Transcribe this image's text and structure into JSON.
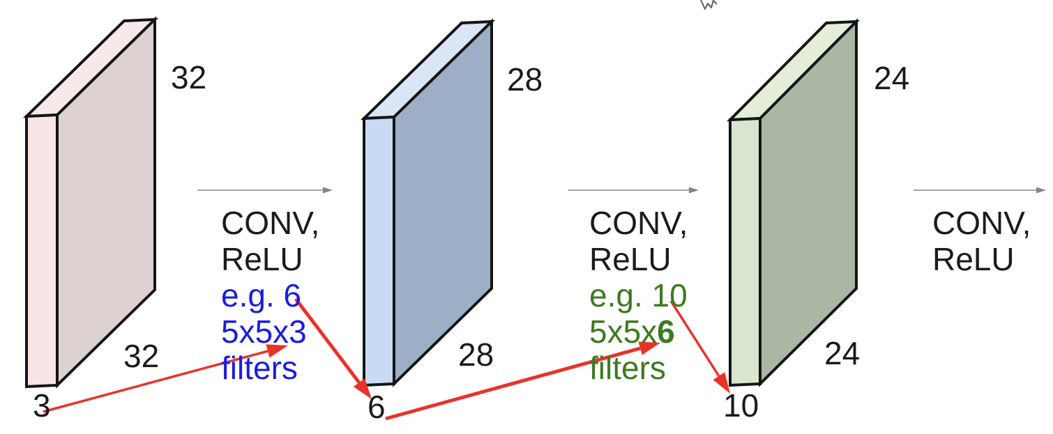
{
  "layers": [
    {
      "height_label": "32",
      "width_label": "32",
      "depth_label": "3",
      "front_color": "#ddd1d1",
      "side_color": "#f9e5e5",
      "top_color": "#f7e9e9"
    },
    {
      "height_label": "28",
      "width_label": "28",
      "depth_label": "6",
      "front_color": "#9dafc7",
      "side_color": "#c9daf4",
      "top_color": "#dae5f6"
    },
    {
      "height_label": "24",
      "width_label": "24",
      "depth_label": "10",
      "front_color": "#aab7a5",
      "side_color": "#d8e6cf",
      "top_color": "#e3edda"
    }
  ],
  "ops": [
    {
      "line1": "CONV,",
      "line2": "ReLU",
      "example": "e.g. 6",
      "filter_prefix": "5x5x3",
      "filter_bold": "",
      "filters_word": "filters",
      "accent_color": "#1c1cdf"
    },
    {
      "line1": "CONV,",
      "line2": "ReLU",
      "example": "e.g. 10",
      "filter_prefix": "5x5x",
      "filter_bold": "6",
      "filters_word": "filters",
      "accent_color": "#3c7a1e"
    },
    {
      "line1": "CONV,",
      "line2": "ReLU"
    }
  ],
  "colors": {
    "flow_arrow_gray": "#858585",
    "annotation_red": "#e93328",
    "outline_black": "#141414",
    "text_black": "#1b1b1b",
    "cursor_gray": "#5f5f5f"
  }
}
